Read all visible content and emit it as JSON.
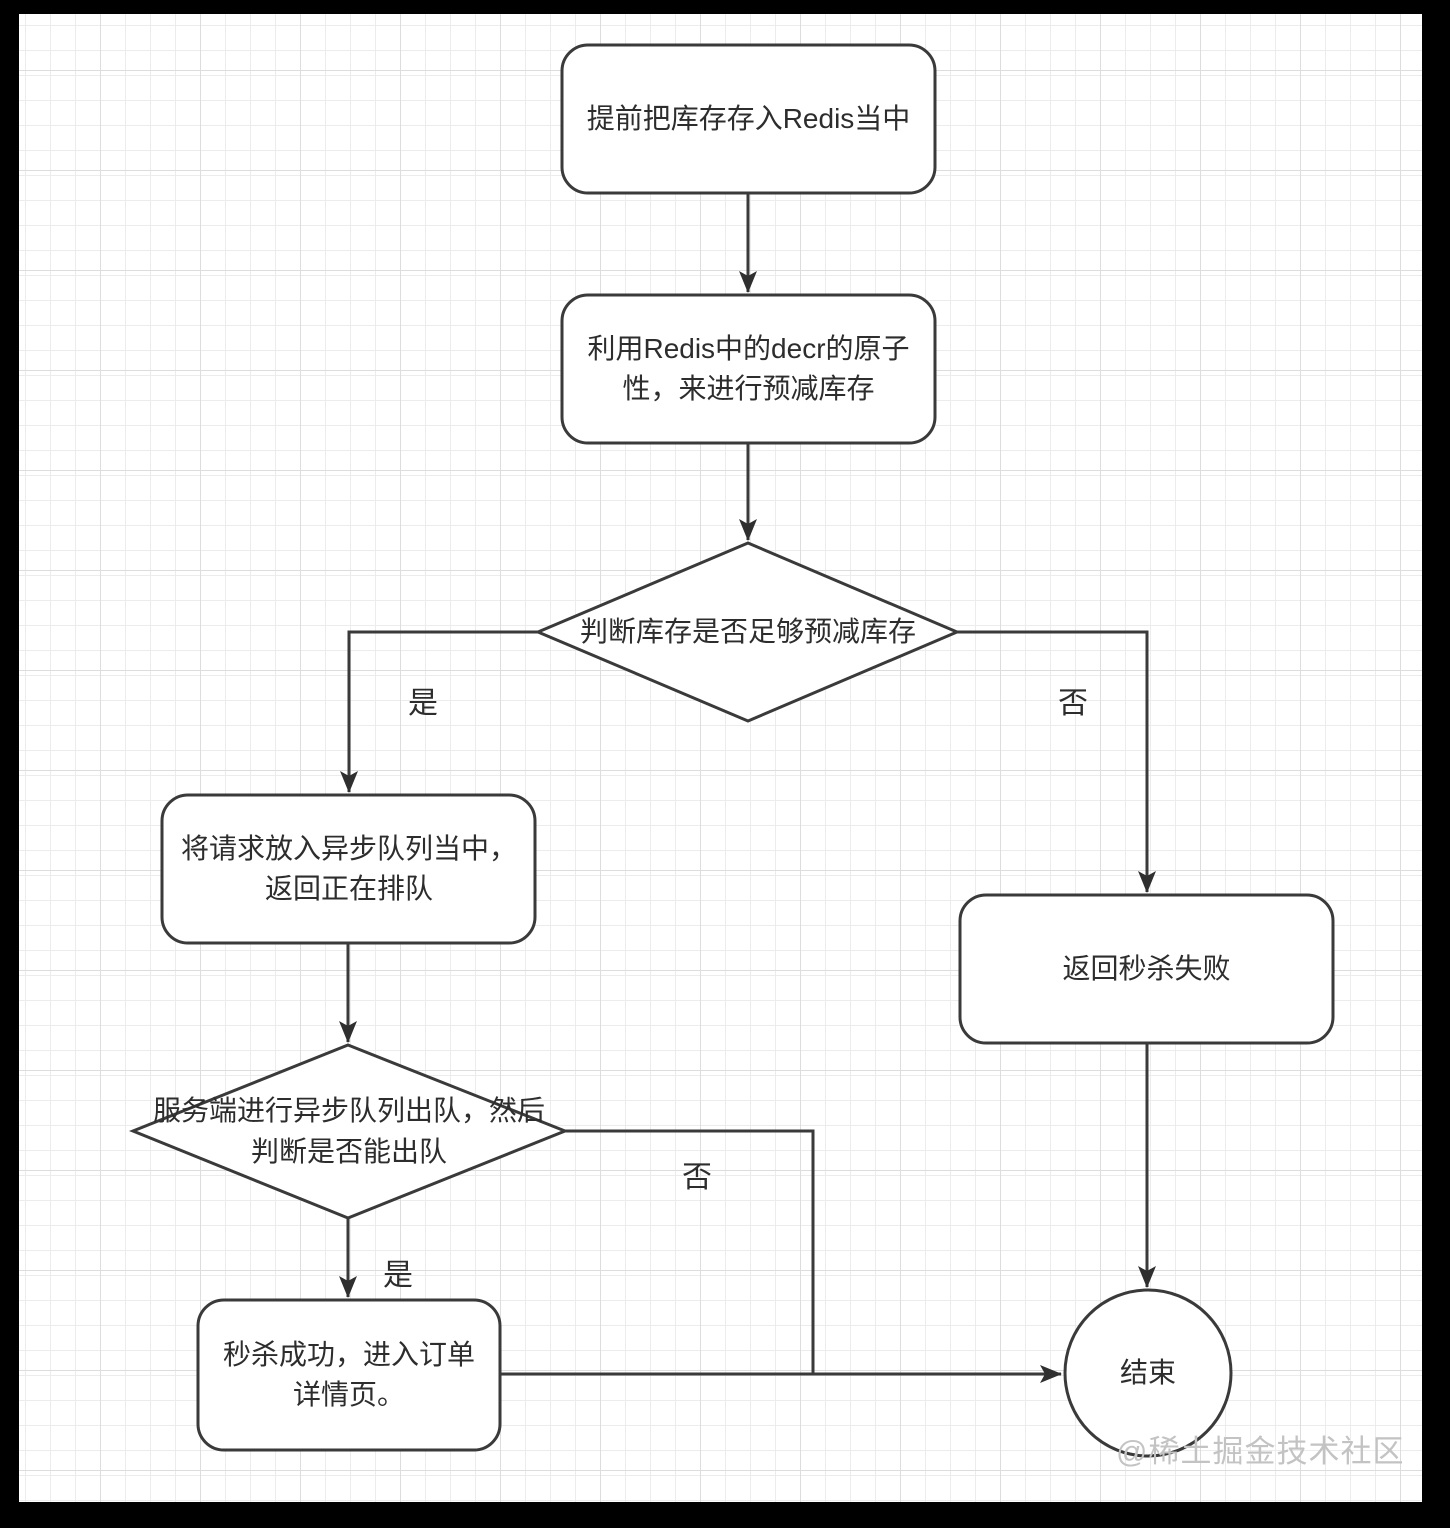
{
  "canvas": {
    "background": "#ffffff",
    "grid_minor_color": "#ececec",
    "grid_major_color": "#dddddd",
    "frame_color": "#000000",
    "shape_stroke_color": "#3a3a3a",
    "shape_fill_color": "#ffffff",
    "text_color": "#2d2d2d",
    "watermark_color": "#c3c3c3"
  },
  "watermark": "@稀土掘金技术社区",
  "nodes": {
    "preload": {
      "label": "提前把库存存入Redis当中"
    },
    "decr": {
      "label": "利用Redis中的decr的原子性，来进行预减库存"
    },
    "check_stock": {
      "label": "判断库存是否足够预减库存"
    },
    "enqueue": {
      "label": "将请求放入异步队列当中，返回正在排队"
    },
    "fail": {
      "label": "返回秒杀失败"
    },
    "dequeue": {
      "label": "服务端进行异步队列出队，然后判断是否能出队"
    },
    "success": {
      "label": "秒杀成功，进入订单详情页。"
    },
    "end": {
      "label": "结束"
    }
  },
  "edge_labels": {
    "stock_yes": "是",
    "stock_no": "否",
    "dequeue_yes": "是",
    "dequeue_no": "否"
  }
}
